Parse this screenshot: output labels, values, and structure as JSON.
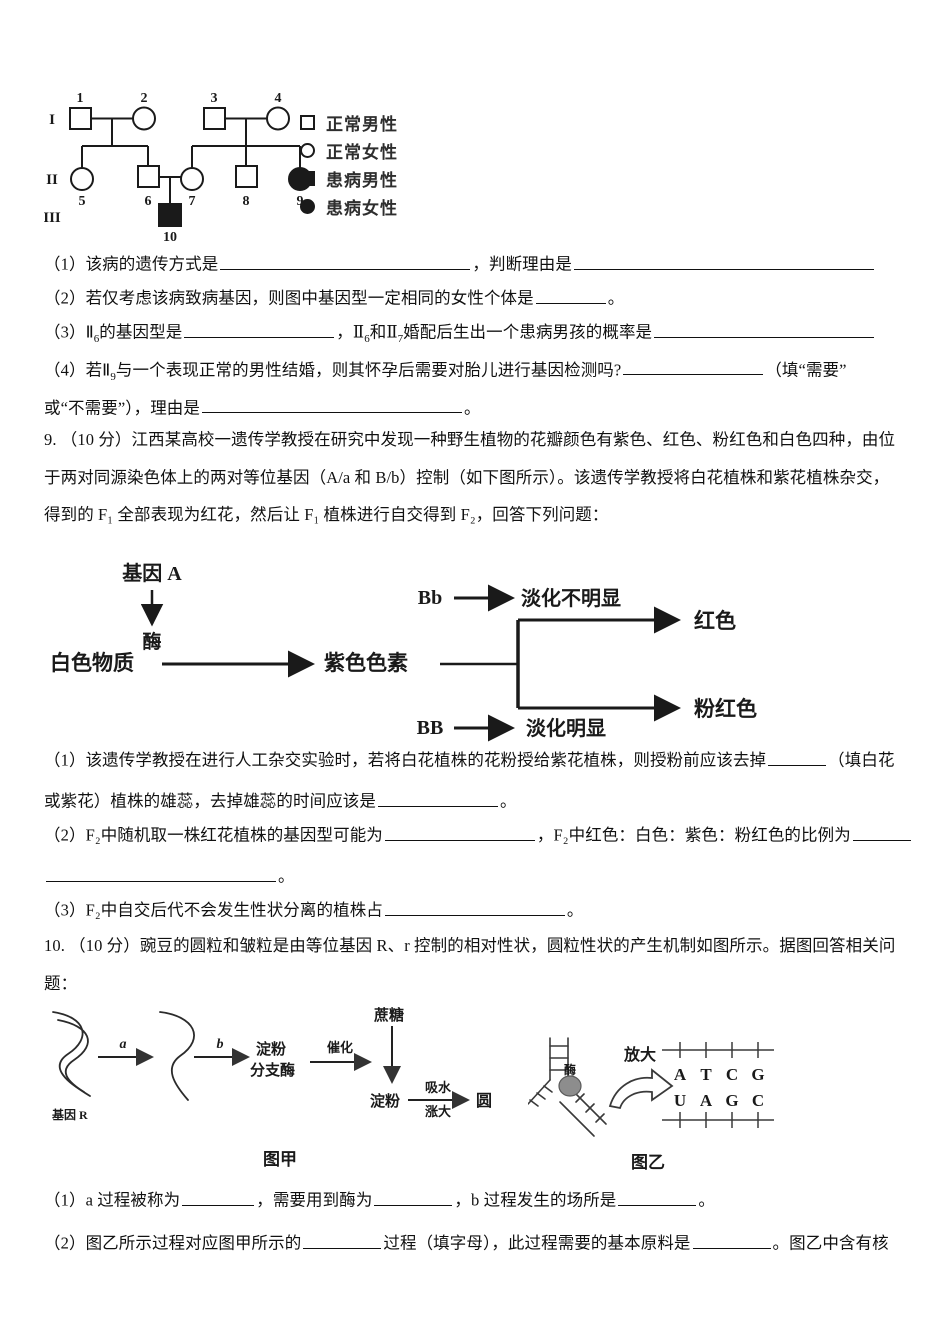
{
  "document": {
    "background_color": "#ffffff",
    "ink_color": "#1a1a1a"
  },
  "pedigree": {
    "generation_labels": [
      "I",
      "II",
      "III"
    ],
    "individual_numbers": [
      "1",
      "2",
      "3",
      "4",
      "5",
      "6",
      "7",
      "8",
      "9",
      "10"
    ],
    "individuals": [
      {
        "id": "1",
        "generation": "I",
        "sex": "male",
        "affected": false
      },
      {
        "id": "2",
        "generation": "I",
        "sex": "female",
        "affected": false
      },
      {
        "id": "3",
        "generation": "I",
        "sex": "male",
        "affected": false
      },
      {
        "id": "4",
        "generation": "I",
        "sex": "female",
        "affected": false
      },
      {
        "id": "5",
        "generation": "II",
        "sex": "female",
        "affected": false
      },
      {
        "id": "6",
        "generation": "II",
        "sex": "male",
        "affected": false
      },
      {
        "id": "7",
        "generation": "II",
        "sex": "female",
        "affected": false
      },
      {
        "id": "8",
        "generation": "II",
        "sex": "male",
        "affected": false
      },
      {
        "id": "9",
        "generation": "II",
        "sex": "female",
        "affected": true
      },
      {
        "id": "10",
        "generation": "III",
        "sex": "male",
        "affected": true
      }
    ],
    "legend": [
      {
        "symbol": "open-square",
        "label": "正常男性"
      },
      {
        "symbol": "open-circle",
        "label": "正常女性"
      },
      {
        "symbol": "filled-square",
        "label": "患病男性"
      },
      {
        "symbol": "filled-circle",
        "label": "患病女性"
      }
    ]
  },
  "question8": {
    "items": [
      {
        "number": "（1）",
        "segments": [
          "该病的遗传方式是",
          "，判断理由是"
        ],
        "blank_widths": [
          250,
          300
        ]
      },
      {
        "number": "（2）",
        "segments": [
          "若仅考虑该病致病基因，则图中基因型一定相同的女性个体是",
          "。"
        ],
        "blank_widths": [
          70
        ]
      },
      {
        "number": "（3）",
        "prefix": "Ⅱ",
        "segments": [
          "的基因型是",
          "，Ⅱ",
          "和Ⅱ",
          "婚配后生出一个患病男孩的概率是",
          ""
        ],
        "subs": [
          "6",
          "6",
          "7"
        ],
        "blank_widths": [
          150,
          220
        ]
      },
      {
        "number": "（4）",
        "segments": [
          "若Ⅱ",
          "与一个表现正常的男性结婚，则其怀孕后需要对胎儿进行基因检测吗?",
          "（填“需要”"
        ],
        "sub": "9",
        "blank_widths": [
          140
        ]
      },
      {
        "number": "",
        "segments": [
          "或“不需要”），理由是",
          "。"
        ],
        "blank_widths": [
          260
        ]
      }
    ]
  },
  "question9": {
    "number": "9.",
    "score": "（10分）",
    "stem_lines": [
      "9.  （10 分）江西某高校一遗传学教授在研究中发现一种野生植物的花瓣颜色有紫色、红色、粉红色和白色四种，由位",
      "于两对同源染色体上的两对等位基因（A/a 和 B/b）控制（如下图所示）。该遗传学教授将白花植株和紫花植株杂交，",
      "得到的 F₁ 全部表现为红花，然后让 F₁ 植株进行自交得到 F₂，回答下列问题："
    ],
    "diagram": {
      "gene_label": "基因 A",
      "enzyme_label": "酶",
      "substrate": "白色物质",
      "product": "紫色色素",
      "branch_top_genotype": "Bb",
      "branch_top_effect": "淡化不明显",
      "branch_top_result": "红色",
      "branch_bottom_genotype": "BB",
      "branch_bottom_effect": "淡化明显",
      "branch_bottom_result": "粉红色"
    },
    "items": [
      {
        "number": "（1）",
        "line1_a": "该遗传学教授在进行人工杂交实验时，若将白花植株的花粉授给紫花植株，则授粉前应该去掉",
        "line1_b": "（填白花",
        "line2_a": "或紫花）植株的雄蕊，去掉雄蕊的时间应该是",
        "line2_b": "。",
        "blank_widths": [
          58,
          120
        ]
      },
      {
        "number": "（2）",
        "line1_a": "F₂中随机取一株红花植株的基因型可能为",
        "line1_b": "，F₂中红色：白色：紫色：粉红色的比例为",
        "line2_b": "。",
        "blank_widths": [
          150,
          58,
          230
        ]
      },
      {
        "number": "（3）",
        "line1_a": "F₂中自交后代不会发生性状分离的植株占",
        "line1_b": "。",
        "blank_widths": [
          180
        ]
      }
    ]
  },
  "question10": {
    "stem_lines": [
      "10.  （10 分）豌豆的圆粒和皱粒是由等位基因 R、r 控制的相对性状，圆粒性状的产生机制如图所示。据图回答相关问",
      "题："
    ],
    "fig_jia": {
      "caption": "图甲",
      "gene_label": "基因 R",
      "step_a": "a",
      "step_b": "b",
      "enzyme_name_line1": "淀粉",
      "enzyme_name_line2": "分支酶",
      "catalyze_label": "催化",
      "sucrose": "蔗糖",
      "starch": "淀粉",
      "absorb_line1": "吸水",
      "absorb_line2": "涨大",
      "round": "圆"
    },
    "fig_yi": {
      "caption": "图乙",
      "enzyme_label": "酶",
      "magnify_label": "放大",
      "top_bases": [
        "A",
        "T",
        "C",
        "G"
      ],
      "bottom_bases": [
        "U",
        "A",
        "G",
        "C"
      ]
    },
    "items": [
      {
        "number": "（1）",
        "line_a": "a 过程被称为",
        "line_b": "，需要用到酶为",
        "line_c": "，b 过程发生的场所是",
        "line_d": "。",
        "blank_widths": [
          72,
          78,
          78
        ]
      },
      {
        "number": "（2）",
        "line_a": "图乙所示过程对应图甲所示的",
        "line_b": "过程（填字母），此过程需要的基本原料是",
        "line_c": "。图乙中含有核",
        "blank_widths": [
          78,
          78
        ]
      }
    ]
  }
}
